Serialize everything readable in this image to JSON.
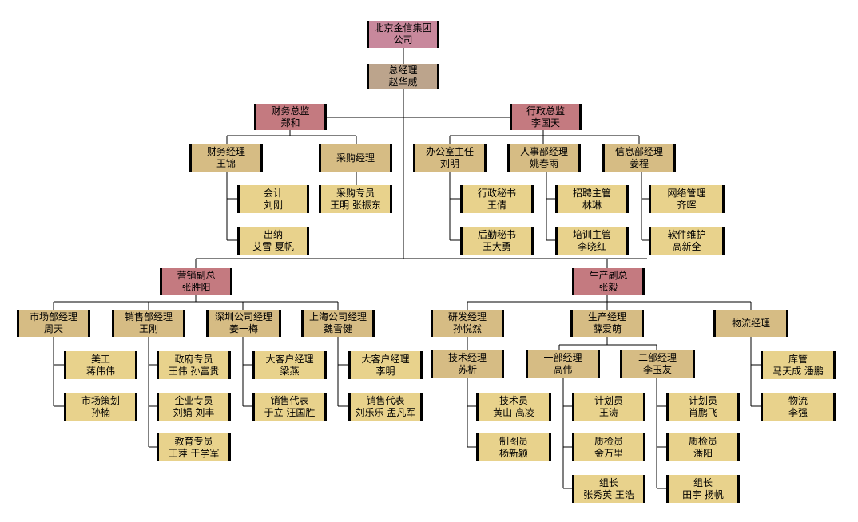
{
  "colors": {
    "root": "#c8889c",
    "ceo": "#bca48c",
    "director": "#c47a80",
    "manager": "#d6bc84",
    "staff": "#e8d28c"
  },
  "nodes": {
    "company": {
      "title": "北京金信集团",
      "name": "公司"
    },
    "ceo": {
      "title": "总经理",
      "name": "赵华威"
    },
    "cfo": {
      "title": "财务总监",
      "name": "郑和"
    },
    "admin_dir": {
      "title": "行政总监",
      "name": "李国天"
    },
    "fin_mgr": {
      "title": "财务经理",
      "name": "王锦"
    },
    "purch_mgr": {
      "title": "采购经理",
      "name": ""
    },
    "accountant": {
      "title": "会计",
      "name": "刘刚"
    },
    "cashier": {
      "title": "出纳",
      "name": "艾雪  夏帆"
    },
    "buyer": {
      "title": "采购专员",
      "name": "王明  张振东"
    },
    "office_dir": {
      "title": "办公室主任",
      "name": "刘明"
    },
    "hr_mgr": {
      "title": "人事部经理",
      "name": "姚春雨"
    },
    "it_mgr": {
      "title": "信息部经理",
      "name": "姜程"
    },
    "admin_sec": {
      "title": "行政秘书",
      "name": "王倩"
    },
    "logi_sec": {
      "title": "后勤秘书",
      "name": "王大勇"
    },
    "recruit": {
      "title": "招聘主管",
      "name": "林琳"
    },
    "training": {
      "title": "培训主管",
      "name": "李晓红"
    },
    "network": {
      "title": "网络管理",
      "name": "齐晖"
    },
    "software": {
      "title": "软件维护",
      "name": "高新全"
    },
    "vp_sales": {
      "title": "营销副总",
      "name": "张胜阳"
    },
    "vp_prod": {
      "title": "生产副总",
      "name": "张毅"
    },
    "mkt_mgr": {
      "title": "市场部经理",
      "name": "周天"
    },
    "sales_mgr": {
      "title": "销售部经理",
      "name": "王刚"
    },
    "sz_mgr": {
      "title": "深圳公司经理",
      "name": "姜一梅"
    },
    "sh_mgr": {
      "title": "上海公司经理",
      "name": "魏雪健"
    },
    "artist": {
      "title": "美工",
      "name": "蒋伟伟"
    },
    "mkt_plan": {
      "title": "市场策划",
      "name": "孙楠"
    },
    "gov": {
      "title": "政府专员",
      "name": "王伟  孙富贵"
    },
    "ent": {
      "title": "企业专员",
      "name": "刘娟  刘丰"
    },
    "edu": {
      "title": "教育专员",
      "name": "王萍  于学军"
    },
    "sz_ka": {
      "title": "大客户经理",
      "name": "梁燕"
    },
    "sz_rep": {
      "title": "销售代表",
      "name": "于立  汪国胜"
    },
    "sh_ka": {
      "title": "大客户经理",
      "name": "李明"
    },
    "sh_rep": {
      "title": "销售代表",
      "name": "刘乐乐  孟凡军"
    },
    "rd_mgr": {
      "title": "研发经理",
      "name": "孙悦然"
    },
    "prod_mgr": {
      "title": "生产经理",
      "name": "薛爱萌"
    },
    "logis_mgr": {
      "title": "物流经理",
      "name": ""
    },
    "tech_mgr": {
      "title": "技术经理",
      "name": "苏析"
    },
    "technician": {
      "title": "技术员",
      "name": "黄山  高凌"
    },
    "drafter": {
      "title": "制图员",
      "name": "杨新颖"
    },
    "dept1": {
      "title": "一部经理",
      "name": "高伟"
    },
    "dept2": {
      "title": "二部经理",
      "name": "李玉友"
    },
    "d1_plan": {
      "title": "计划员",
      "name": "王涛"
    },
    "d1_qc": {
      "title": "质检员",
      "name": "金万里"
    },
    "d1_lead": {
      "title": "组长",
      "name": "张秀英  王浩"
    },
    "d2_plan": {
      "title": "计划员",
      "name": "肖鹏飞"
    },
    "d2_qc": {
      "title": "质检员",
      "name": "潘阳"
    },
    "d2_lead": {
      "title": "组长",
      "name": "田宇  扬帆"
    },
    "warehouse": {
      "title": "库管",
      "name": "马天成  潘鹏"
    },
    "logistics": {
      "title": "物流",
      "name": "李强"
    }
  }
}
